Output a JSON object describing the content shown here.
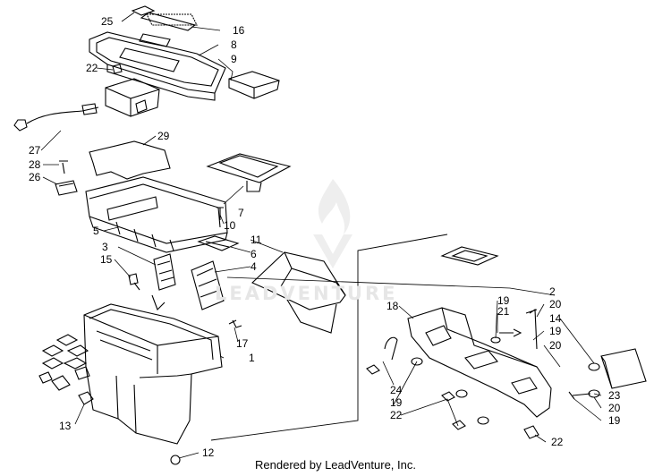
{
  "footer": "Rendered by LeadVenture, Inc.",
  "watermark": {
    "text": "LEADVENTURE",
    "icon": "flame-v-logo-icon"
  },
  "callouts": [
    "25",
    "16",
    "8",
    "9",
    "22",
    "29",
    "27",
    "28",
    "26",
    "7",
    "10",
    "5",
    "11",
    "6",
    "3",
    "4",
    "15",
    "2",
    "19",
    "21",
    "18",
    "20",
    "14",
    "19",
    "20",
    "17",
    "1",
    "24",
    "19",
    "22",
    "23",
    "20",
    "19",
    "13",
    "12",
    "22"
  ]
}
